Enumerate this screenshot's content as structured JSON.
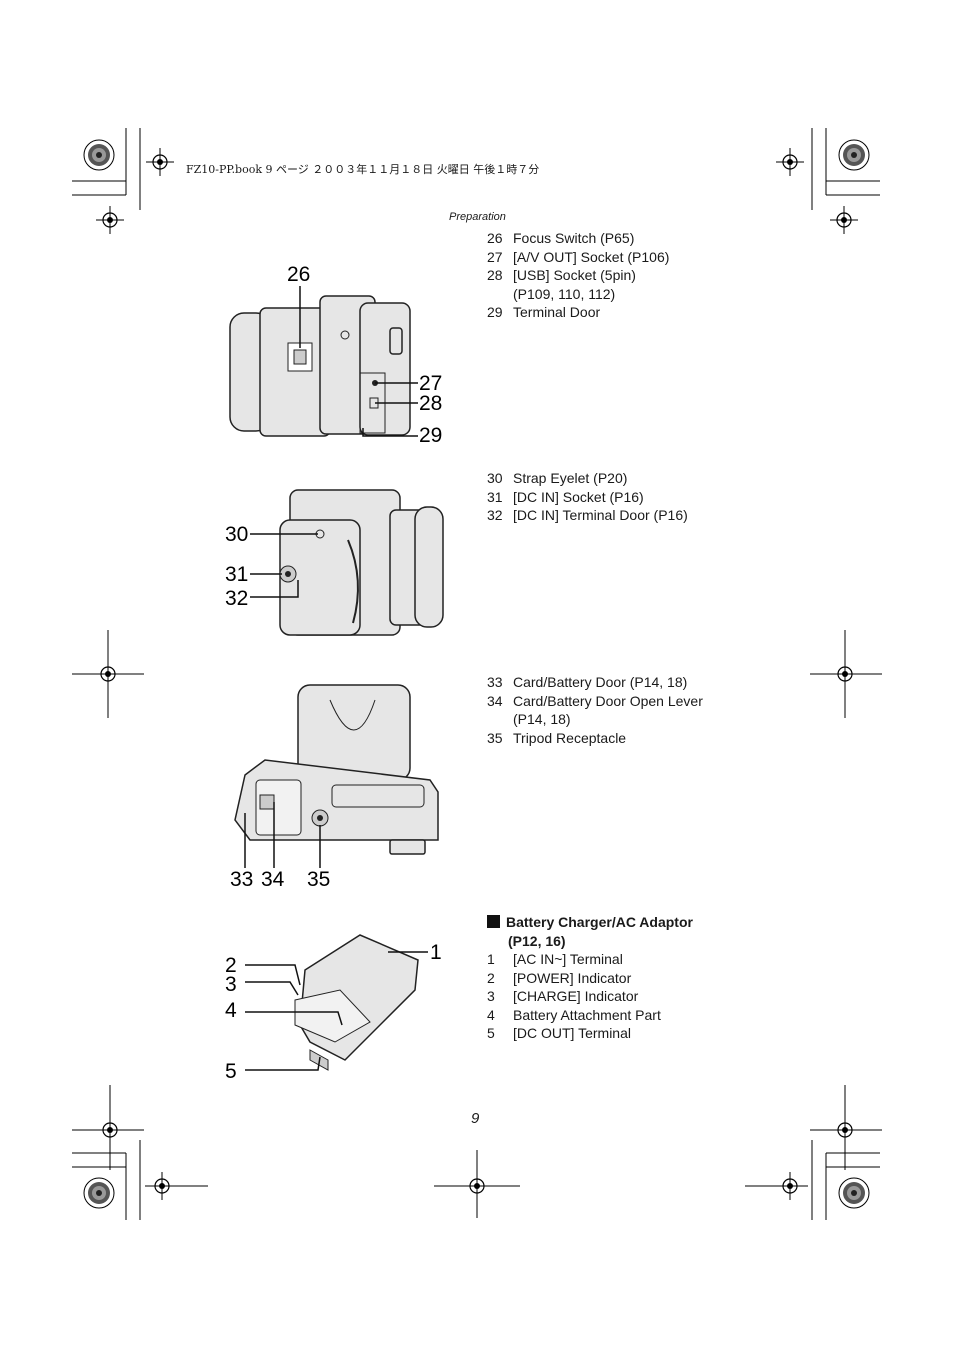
{
  "header": {
    "print_info": "FZ10-PP.book  9 ページ  ２００３年１１月１８日  火曜日  午後１時７分"
  },
  "section": {
    "label": "Preparation"
  },
  "side_view": {
    "callouts": [
      "26",
      "27",
      "28",
      "29"
    ],
    "items": [
      {
        "num": "26",
        "text": "Focus Switch (P65)"
      },
      {
        "num": "27",
        "text": "[A/V OUT] Socket (P106)"
      },
      {
        "num": "28",
        "text": "[USB] Socket (5pin)",
        "continuation": "(P109, 110, 112)"
      },
      {
        "num": "29",
        "text": "Terminal Door"
      }
    ]
  },
  "grip_view": {
    "callouts": [
      "30",
      "31",
      "32"
    ],
    "items": [
      {
        "num": "30",
        "text": "Strap Eyelet (P20)"
      },
      {
        "num": "31",
        "text": "[DC IN] Socket (P16)"
      },
      {
        "num": "32",
        "text": "[DC IN] Terminal Door (P16)"
      }
    ]
  },
  "bottom_view": {
    "callouts": [
      "33",
      "34",
      "35"
    ],
    "items": [
      {
        "num": "33",
        "text": "Card/Battery Door (P14, 18)"
      },
      {
        "num": "34",
        "text": "Card/Battery Door Open Lever",
        "continuation": "(P14, 18)"
      },
      {
        "num": "35",
        "text": "Tripod Receptacle"
      }
    ]
  },
  "charger": {
    "heading": "Battery Charger/AC Adaptor",
    "heading_cont": "(P12, 16)",
    "callouts": [
      "1",
      "2",
      "3",
      "4",
      "5"
    ],
    "items": [
      {
        "num": "1",
        "text": "[AC IN~] Terminal"
      },
      {
        "num": "2",
        "text": "[POWER] Indicator"
      },
      {
        "num": "3",
        "text": "[CHARGE] Indicator"
      },
      {
        "num": "4",
        "text": "Battery Attachment Part"
      },
      {
        "num": "5",
        "text": "[DC OUT] Terminal"
      }
    ]
  },
  "footer": {
    "page_number": "9"
  }
}
